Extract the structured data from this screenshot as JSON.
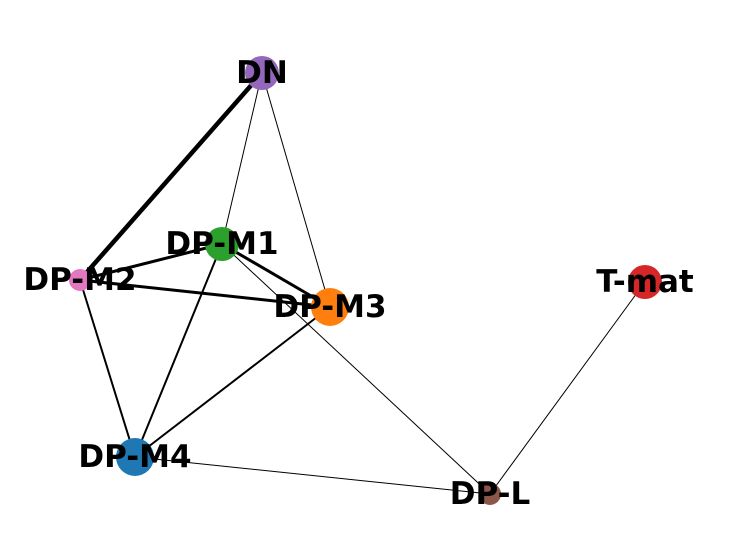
{
  "graph": {
    "nodes": [
      {
        "id": "DN",
        "label": "DN",
        "color": "#9467bd",
        "size": "medium"
      },
      {
        "id": "DP-M1",
        "label": "DP-M1",
        "color": "#2ca02c",
        "size": "medium"
      },
      {
        "id": "DP-M2",
        "label": "DP-M2",
        "color": "#e377c2",
        "size": "small"
      },
      {
        "id": "DP-M3",
        "label": "DP-M3",
        "color": "#ff7f0e",
        "size": "large"
      },
      {
        "id": "T-mat",
        "label": "T-mat",
        "color": "#d62728",
        "size": "medium"
      },
      {
        "id": "DP-M4",
        "label": "DP-M4",
        "color": "#1f77b4",
        "size": "large"
      },
      {
        "id": "DP-L",
        "label": "DP-L",
        "color": "#8c564b",
        "size": "small"
      }
    ],
    "edges": [
      {
        "source": "DN",
        "target": "DP-M2",
        "weight": "heavy"
      },
      {
        "source": "DN",
        "target": "DP-M1",
        "weight": "light"
      },
      {
        "source": "DN",
        "target": "DP-M3",
        "weight": "light"
      },
      {
        "source": "DP-M1",
        "target": "DP-M2",
        "weight": "strong"
      },
      {
        "source": "DP-M1",
        "target": "DP-M3",
        "weight": "strong"
      },
      {
        "source": "DP-M1",
        "target": "DP-M4",
        "weight": "medium"
      },
      {
        "source": "DP-M1",
        "target": "DP-L",
        "weight": "light"
      },
      {
        "source": "DP-M2",
        "target": "DP-M3",
        "weight": "strong"
      },
      {
        "source": "DP-M2",
        "target": "DP-M4",
        "weight": "medium"
      },
      {
        "source": "DP-M3",
        "target": "DP-M4",
        "weight": "medium"
      },
      {
        "source": "DP-M4",
        "target": "DP-L",
        "weight": "light"
      },
      {
        "source": "DP-L",
        "target": "T-mat",
        "weight": "light"
      }
    ]
  }
}
